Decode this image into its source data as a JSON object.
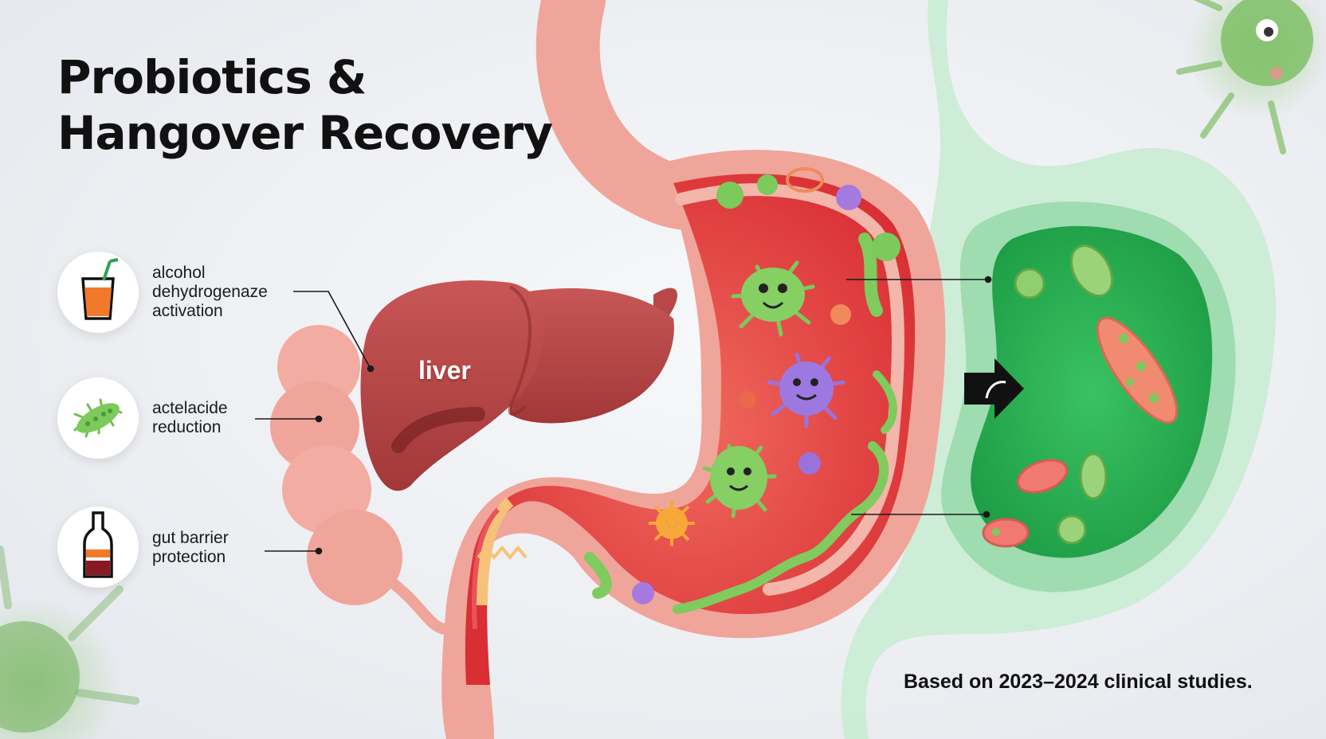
{
  "title": {
    "line1": "Probiotics &",
    "line2": "Hangover Recovery"
  },
  "benefits": [
    {
      "lines": [
        "alcohol",
        "dehydrogenaze",
        "activation"
      ],
      "icon": "drink-glass-icon"
    },
    {
      "lines": [
        "actelacide",
        "reduction"
      ],
      "icon": "probiotic-bacteria-icon"
    },
    {
      "lines": [
        "gut barrier",
        "protection"
      ],
      "icon": "bottle-icon"
    }
  ],
  "liver_label": "liver",
  "footnote": "Based on 2023–2024 clinical studies.",
  "colors": {
    "stomach_pink": "#f0a59a",
    "stomach_inner": "#e23c3c",
    "liver": "#b84848",
    "healthy_green": "#25a850",
    "microbe_green": "#7ccb5c",
    "microbe_purple": "#9a72dc",
    "arrow": "#111111"
  }
}
